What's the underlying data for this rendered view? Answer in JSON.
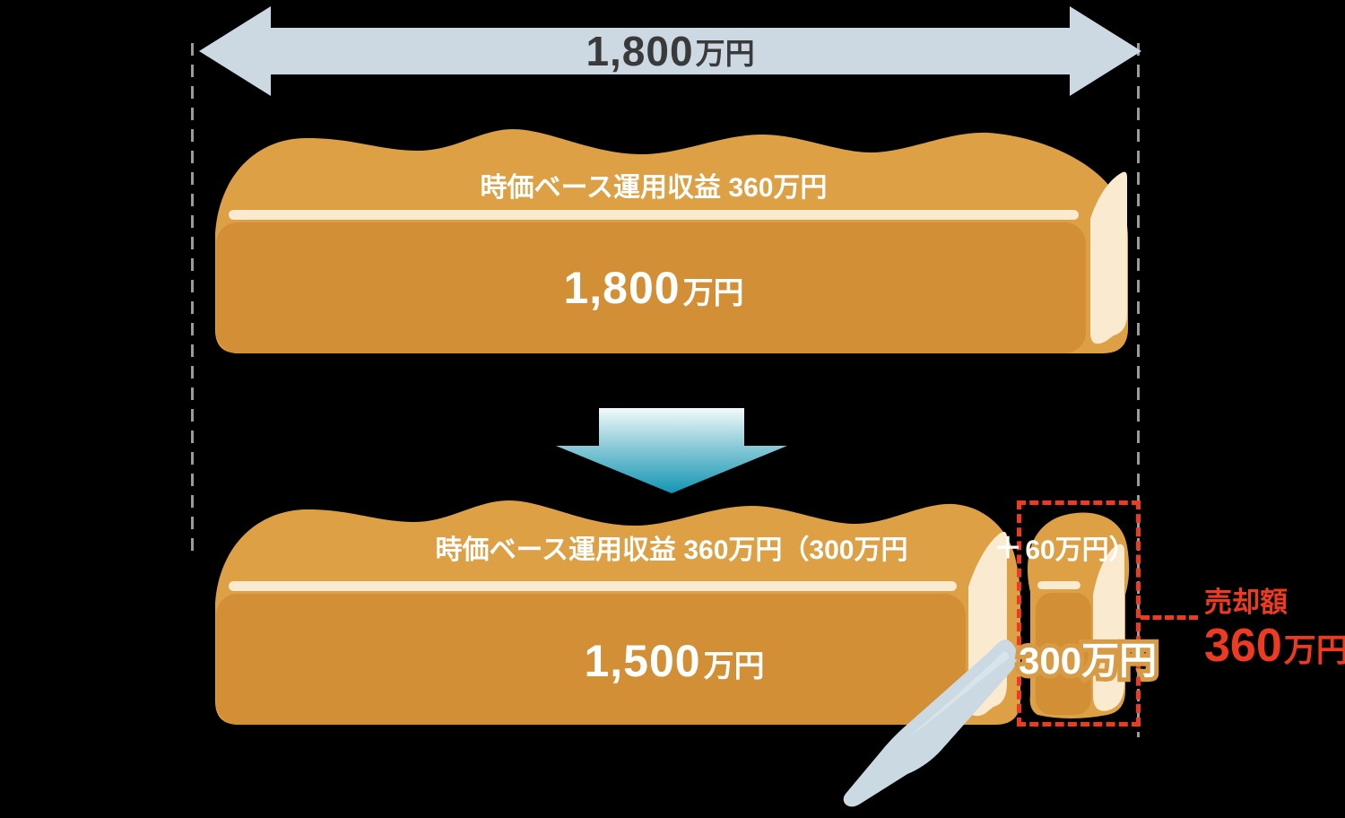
{
  "colors": {
    "crust": "#dda044",
    "crumb": "#d28f35",
    "cream": "#f9ead0",
    "arrow_blue": "#ccd9e3",
    "teal": "#1496b4",
    "red": "#ee3a20",
    "guide_gray": "#9b9b9b",
    "knife_gray": "#cbd9e2",
    "text_dark": "#3a3a3a"
  },
  "top_arrow": {
    "value": "1,800",
    "unit": "万円"
  },
  "loaf_before": {
    "crust_label": "時価ベース運用収益 360万円",
    "value": "1,800",
    "unit": "万円"
  },
  "loaf_after": {
    "crust_label": "時価ベース運用収益 360万円（300万円",
    "plus_sign": "＋",
    "value": "1,500",
    "unit": "万円"
  },
  "slice": {
    "crust_label": "60万円）",
    "value": "300万円"
  },
  "sale": {
    "label": "売却額",
    "value": "360",
    "unit": "万円"
  }
}
